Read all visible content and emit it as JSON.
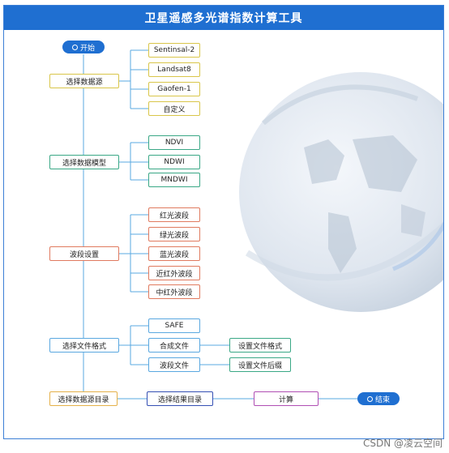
{
  "title": "卫星遥感多光谱指数计算工具",
  "start_label": "开始",
  "end_label": "结束",
  "steps": {
    "data_source": "选择数据源",
    "data_model": "选择数据模型",
    "band_setting": "波段设置",
    "file_format": "选择文件格式",
    "source_dir": "选择数据源目录",
    "result_dir": "选择结果目录",
    "compute": "计算"
  },
  "sources": [
    "Sentinsal-2",
    "Landsat8",
    "Gaofen-1",
    "自定义"
  ],
  "models": [
    "NDVI",
    "NDWI",
    "MNDWI"
  ],
  "bands": [
    "红光波段",
    "绿光波段",
    "蓝光波段",
    "近红外波段",
    "中红外波段"
  ],
  "formats": [
    "SAFE",
    "合成文件",
    "波段文件"
  ],
  "format_settings": [
    "设置文件格式",
    "设置文件后缀"
  ],
  "watermark": "CSDN @凌云空间",
  "colors": {
    "primary": "#1f6fd1",
    "source": "#d9c64a",
    "model": "#3aa886",
    "band": "#e07a5f",
    "format": "#5aa8e0"
  }
}
